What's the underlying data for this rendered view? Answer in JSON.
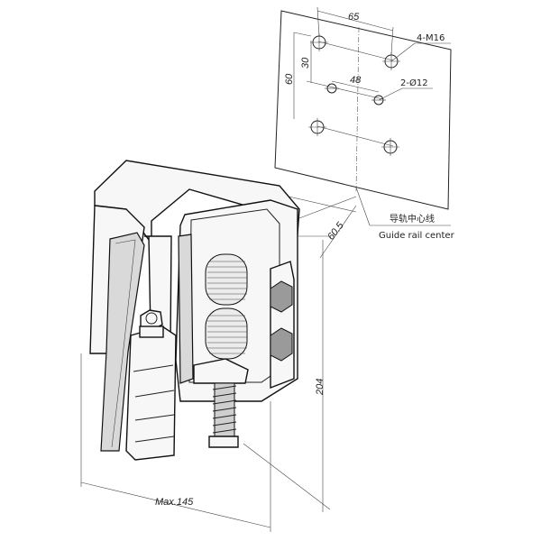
{
  "dimensions": {
    "hole_spacing_x": "65",
    "hole_spacing_y": "60",
    "inner_spacing_y": "30",
    "inner_spacing_x": "48",
    "rail_offset": "60.5",
    "height": "204",
    "max_width": "Max.145"
  },
  "labels": {
    "bolt_holes": "4-M16",
    "pin_holes": "2-Ø12",
    "guide_rail_cn": "导轨中心线",
    "guide_rail_en": "Guide rail center"
  }
}
